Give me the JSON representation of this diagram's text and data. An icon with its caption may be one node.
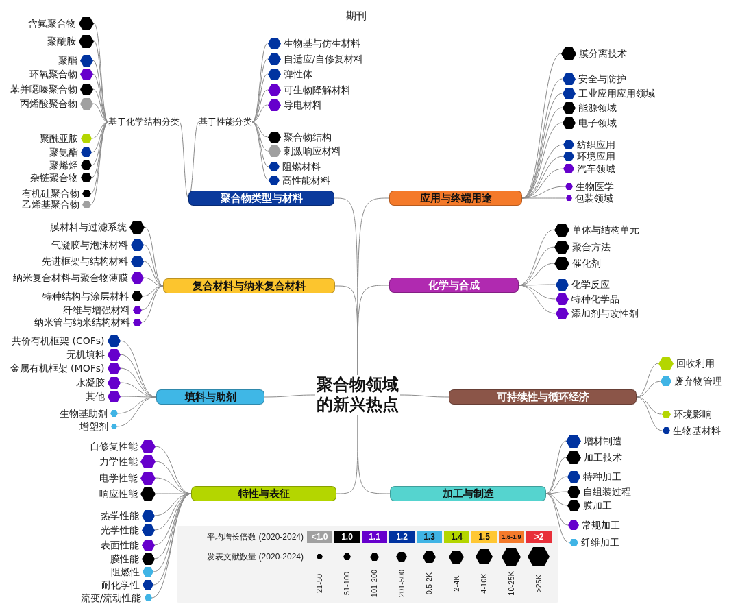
{
  "diagram": {
    "title": "期刊",
    "nodes": [
      {
        "text": [
          "聚合物领域的新兴热点"
        ]
      },
      {
        "text": [
          "聚合物类型与材料"
        ]
      },
      {
        "text": [
          "基于化学结构分类"
        ]
      },
      {
        "text": [
          "含氟聚合物"
        ]
      },
      {
        "text": [
          "聚酰胺"
        ]
      },
      {
        "text": [
          "聚酯"
        ]
      },
      {
        "text": [
          "环氧聚合物"
        ]
      },
      {
        "text": [
          "苯并噁嗪聚合物"
        ]
      },
      {
        "text": [
          "丙烯酸聚合物"
        ]
      },
      {
        "text": [
          "聚酰亚胺"
        ]
      },
      {
        "text": [
          "聚氨酯"
        ]
      },
      {
        "text": [
          "聚烯烃"
        ]
      },
      {
        "text": [
          "杂链聚合物"
        ]
      },
      {
        "text": [
          "有机硅聚合物"
        ]
      },
      {
        "text": [
          "乙烯基聚合物"
        ]
      },
      {
        "text": [
          "基于性能分类"
        ]
      },
      {
        "text": [
          "生物基与仿生材料"
        ]
      },
      {
        "text": [
          "自适应/自修复材料"
        ]
      },
      {
        "text": [
          "弹性体"
        ]
      },
      {
        "text": [
          "可生物降解材料"
        ]
      },
      {
        "text": [
          "导电材料"
        ]
      },
      {
        "text": [
          "聚合物结构"
        ]
      },
      {
        "text": [
          "刺激响应材料"
        ]
      },
      {
        "text": [
          "阻燃材料"
        ]
      },
      {
        "text": [
          "高性能材料"
        ]
      },
      {
        "text": [
          "应用与终端用途"
        ]
      },
      {
        "text": [
          "膜分离技术"
        ]
      },
      {
        "text": [
          "安全与防护"
        ]
      },
      {
        "text": [
          "工业应用应用领域"
        ]
      },
      {
        "text": [
          "能源领域"
        ]
      },
      {
        "text": [
          "电子领域"
        ]
      },
      {
        "text": [
          "纺织应用"
        ]
      },
      {
        "text": [
          "环境应用"
        ]
      },
      {
        "text": [
          "汽车领域"
        ]
      },
      {
        "text": [
          "生物医学"
        ]
      },
      {
        "text": [
          "包装领域"
        ]
      },
      {
        "text": [
          "复合材料与纳米复合材料"
        ]
      },
      {
        "text": [
          "膜材料与过滤系统"
        ]
      },
      {
        "text": [
          "气凝胶与泡沫材料"
        ]
      },
      {
        "text": [
          "先进框架与结构材料"
        ]
      },
      {
        "text": [
          "纳米复合材料与聚合物薄膜"
        ]
      },
      {
        "text": [
          "特种结构与涂层材料"
        ]
      },
      {
        "text": [
          "纤维与增强材料"
        ]
      },
      {
        "text": [
          "纳米管与纳米结构材料"
        ]
      },
      {
        "text": [
          "化学与合成"
        ]
      },
      {
        "text": [
          "单体与结构单元"
        ]
      },
      {
        "text": [
          "聚合方法"
        ]
      },
      {
        "text": [
          "催化剂"
        ]
      },
      {
        "text": [
          "化学反应"
        ]
      },
      {
        "text": [
          "特种化学品"
        ]
      },
      {
        "text": [
          "添加剂与改性剂"
        ]
      },
      {
        "text": [
          "填料与助剂"
        ]
      },
      {
        "text": [
          "共价有机框架 (COFs)"
        ]
      },
      {
        "text": [
          "无机填料"
        ]
      },
      {
        "text": [
          "金属有机框架 (MOFs)"
        ]
      },
      {
        "text": [
          "水凝胶"
        ]
      },
      {
        "text": [
          "其他"
        ]
      },
      {
        "text": [
          "生物基助剂"
        ]
      },
      {
        "text": [
          "增塑剂"
        ]
      },
      {
        "text": [
          "可持续性与循环经济"
        ]
      },
      {
        "text": [
          "回收利用"
        ]
      },
      {
        "text": [
          "废弃物管理"
        ]
      },
      {
        "text": [
          "环境影响"
        ]
      },
      {
        "text": [
          "生物基材料"
        ]
      },
      {
        "text": [
          "特性与表征"
        ]
      },
      {
        "text": [
          "自修复性能"
        ]
      },
      {
        "text": [
          "力学性能"
        ]
      },
      {
        "text": [
          "电学性能"
        ]
      },
      {
        "text": [
          "响应性能"
        ]
      },
      {
        "text": [
          "热学性能"
        ]
      },
      {
        "text": [
          "光学性能"
        ]
      },
      {
        "text": [
          "表面性能"
        ]
      },
      {
        "text": [
          "膜性能"
        ]
      },
      {
        "text": [
          "阻燃性"
        ]
      },
      {
        "text": [
          "耐化学性"
        ]
      },
      {
        "text": [
          "流变/流动性能"
        ]
      },
      {
        "text": [
          "加工与制造"
        ]
      },
      {
        "text": [
          "增材制造"
        ]
      },
      {
        "text": [
          "加工技术"
        ]
      },
      {
        "text": [
          "特种加工"
        ]
      },
      {
        "text": [
          "自组装过程"
        ]
      },
      {
        "text": [
          "膜加工"
        ]
      },
      {
        "text": [
          "常规加工"
        ]
      },
      {
        "text": [
          "纤维加工"
        ]
      }
    ],
    "edges": [
      {
        "from": 0,
        "to": 1,
        "arrow": "none"
      },
      {
        "from": 1,
        "to": 2,
        "arrow": "none"
      },
      {
        "from": 2,
        "to": 3,
        "arrow": "none"
      },
      {
        "from": 2,
        "to": 4,
        "arrow": "none"
      },
      {
        "from": 2,
        "to": 5,
        "arrow": "none"
      },
      {
        "from": 2,
        "to": 6,
        "arrow": "none"
      },
      {
        "from": 2,
        "to": 7,
        "arrow": "none"
      },
      {
        "from": 2,
        "to": 8,
        "arrow": "none"
      },
      {
        "from": 2,
        "to": 9,
        "arrow": "none"
      },
      {
        "from": 2,
        "to": 10,
        "arrow": "none"
      },
      {
        "from": 2,
        "to": 11,
        "arrow": "none"
      },
      {
        "from": 2,
        "to": 12,
        "arrow": "none"
      },
      {
        "from": 2,
        "to": 13,
        "arrow": "none"
      },
      {
        "from": 2,
        "to": 14,
        "arrow": "none"
      },
      {
        "from": 1,
        "to": 15,
        "arrow": "none"
      },
      {
        "from": 15,
        "to": 16,
        "arrow": "none"
      },
      {
        "from": 15,
        "to": 17,
        "arrow": "none"
      },
      {
        "from": 15,
        "to": 18,
        "arrow": "none"
      },
      {
        "from": 15,
        "to": 19,
        "arrow": "none"
      },
      {
        "from": 15,
        "to": 20,
        "arrow": "none"
      },
      {
        "from": 15,
        "to": 21,
        "arrow": "none"
      },
      {
        "from": 15,
        "to": 22,
        "arrow": "none"
      },
      {
        "from": 15,
        "to": 23,
        "arrow": "none"
      },
      {
        "from": 15,
        "to": 24,
        "arrow": "none"
      },
      {
        "from": 0,
        "to": 25,
        "arrow": "none"
      },
      {
        "from": 25,
        "to": 26,
        "arrow": "none"
      },
      {
        "from": 25,
        "to": 27,
        "arrow": "none"
      },
      {
        "from": 25,
        "to": 28,
        "arrow": "none"
      },
      {
        "from": 25,
        "to": 29,
        "arrow": "none"
      },
      {
        "from": 25,
        "to": 30,
        "arrow": "none"
      },
      {
        "from": 25,
        "to": 31,
        "arrow": "none"
      },
      {
        "from": 25,
        "to": 32,
        "arrow": "none"
      },
      {
        "from": 25,
        "to": 33,
        "arrow": "none"
      },
      {
        "from": 25,
        "to": 34,
        "arrow": "none"
      },
      {
        "from": 25,
        "to": 35,
        "arrow": "none"
      },
      {
        "from": 0,
        "to": 36,
        "arrow": "none"
      },
      {
        "from": 36,
        "to": 37,
        "arrow": "none"
      },
      {
        "from": 36,
        "to": 38,
        "arrow": "none"
      },
      {
        "from": 36,
        "to": 39,
        "arrow": "none"
      },
      {
        "from": 36,
        "to": 40,
        "arrow": "none"
      },
      {
        "from": 36,
        "to": 41,
        "arrow": "none"
      },
      {
        "from": 36,
        "to": 42,
        "arrow": "none"
      },
      {
        "from": 36,
        "to": 43,
        "arrow": "none"
      },
      {
        "from": 0,
        "to": 44,
        "arrow": "none"
      },
      {
        "from": 44,
        "to": 45,
        "arrow": "none"
      },
      {
        "from": 44,
        "to": 46,
        "arrow": "none"
      },
      {
        "from": 44,
        "to": 47,
        "arrow": "none"
      },
      {
        "from": 44,
        "to": 48,
        "arrow": "none"
      },
      {
        "from": 44,
        "to": 49,
        "arrow": "none"
      },
      {
        "from": 44,
        "to": 50,
        "arrow": "none"
      },
      {
        "from": 0,
        "to": 51,
        "arrow": "none"
      },
      {
        "from": 51,
        "to": 52,
        "arrow": "none"
      },
      {
        "from": 51,
        "to": 53,
        "arrow": "none"
      },
      {
        "from": 51,
        "to": 54,
        "arrow": "none"
      },
      {
        "from": 51,
        "to": 55,
        "arrow": "none"
      },
      {
        "from": 51,
        "to": 56,
        "arrow": "none"
      },
      {
        "from": 51,
        "to": 57,
        "arrow": "none"
      },
      {
        "from": 51,
        "to": 58,
        "arrow": "none"
      },
      {
        "from": 0,
        "to": 59,
        "arrow": "none"
      },
      {
        "from": 59,
        "to": 60,
        "arrow": "none"
      },
      {
        "from": 59,
        "to": 61,
        "arrow": "none"
      },
      {
        "from": 59,
        "to": 62,
        "arrow": "none"
      },
      {
        "from": 59,
        "to": 63,
        "arrow": "none"
      },
      {
        "from": 0,
        "to": 64,
        "arrow": "none"
      },
      {
        "from": 64,
        "to": 65,
        "arrow": "none"
      },
      {
        "from": 64,
        "to": 66,
        "arrow": "none"
      },
      {
        "from": 64,
        "to": 67,
        "arrow": "none"
      },
      {
        "from": 64,
        "to": 68,
        "arrow": "none"
      },
      {
        "from": 64,
        "to": 69,
        "arrow": "none"
      },
      {
        "from": 64,
        "to": 70,
        "arrow": "none"
      },
      {
        "from": 64,
        "to": 71,
        "arrow": "none"
      },
      {
        "from": 64,
        "to": 72,
        "arrow": "none"
      },
      {
        "from": 64,
        "to": 73,
        "arrow": "none"
      },
      {
        "from": 64,
        "to": 74,
        "arrow": "none"
      },
      {
        "from": 64,
        "to": 75,
        "arrow": "none"
      },
      {
        "from": 0,
        "to": 76,
        "arrow": "none"
      },
      {
        "from": 76,
        "to": 77,
        "arrow": "none"
      },
      {
        "from": 76,
        "to": 78,
        "arrow": "none"
      },
      {
        "from": 76,
        "to": 79,
        "arrow": "none"
      },
      {
        "from": 76,
        "to": 80,
        "arrow": "none"
      },
      {
        "from": 76,
        "to": 81,
        "arrow": "none"
      },
      {
        "from": 76,
        "to": 82,
        "arrow": "none"
      },
      {
        "from": 76,
        "to": 83,
        "arrow": "none"
      }
    ],
    "labels": [
      "平均增长倍数 (2020-2024)",
      "发表文献数量 (2020-2024)"
    ],
    "legend": [
      {
        "text": "<1.0",
        "color": "#a0a0a0"
      },
      {
        "text": "1.0",
        "color": "#000000"
      },
      {
        "text": "1.1",
        "color": "#6600cc"
      },
      {
        "text": "1.2",
        "color": "#0033a0"
      },
      {
        "text": "1.3",
        "color": "#40b4e5"
      },
      {
        "text": "1.4",
        "color": "#b4d600"
      },
      {
        "text": "1.5",
        "color": "#ffc733"
      },
      {
        "text": "1.6-1.9",
        "color": "#f47a2b"
      },
      {
        "text": ">2",
        "color": "#e8303a"
      },
      {
        "text": "21-50"
      },
      {
        "text": "51-100"
      },
      {
        "text": "101-200"
      },
      {
        "text": "201-500"
      },
      {
        "text": "0.5-2K"
      },
      {
        "text": "2-4K"
      },
      {
        "text": "4-10K"
      },
      {
        "text": "10-25K"
      },
      {
        "text": ">25K"
      }
    ]
  }
}
